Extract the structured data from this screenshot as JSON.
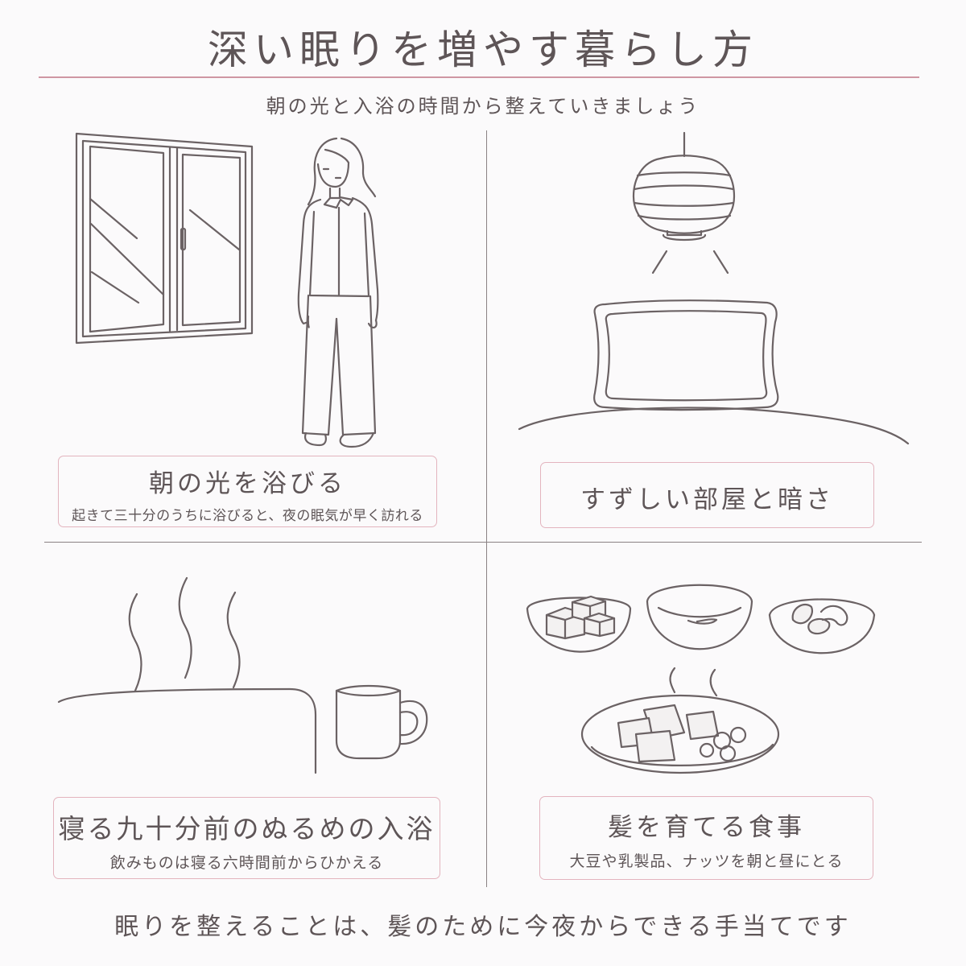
{
  "title": "深い眠りを増やす暮らし方",
  "subtitle": "朝の光と入浴の時間から整えていきましょう",
  "panels": [
    {
      "title": "朝の光を浴びる",
      "subtitle": "起きて三十分のうちに浴びると、夜の眠気が早く訪れる",
      "illustration": "window-and-standing-woman"
    },
    {
      "title": "すずしい部屋と暗さ",
      "illustration": "pendant-lamp-and-pillow-on-bed"
    },
    {
      "title": "寝る九十分前のぬるめの入浴",
      "subtitle": "飲みものは寝る六時間前からひかえる",
      "illustration": "steaming-bathtub-and-mug"
    },
    {
      "title": "髪を育てる食事",
      "subtitle": "大豆や乳製品、ナッツを朝と昼にとる",
      "illustration": "tofu-yogurt-nuts-bowls-and-plate"
    }
  ],
  "footer": "眠りを整えることは、髪のために今夜からできる手当てです",
  "colors": {
    "background": "#fbfafb",
    "text": "#5e5557",
    "line": "#8a8284",
    "accent_pink": "#cf96a3",
    "card_border": "#e3b4be"
  }
}
